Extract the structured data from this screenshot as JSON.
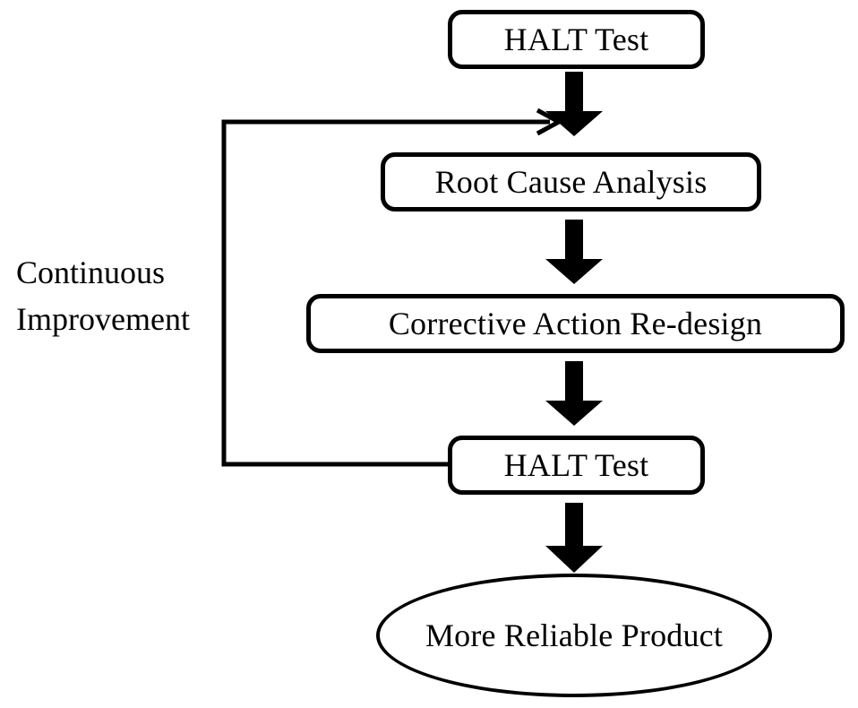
{
  "diagram": {
    "title": "HALT continuous improvement flow",
    "background_color": "#ffffff",
    "stroke_color": "#000000",
    "nodes": [
      {
        "id": "halt-test-1",
        "label": "HALT Test",
        "shape": "rounded-rectangle"
      },
      {
        "id": "root-cause-analysis",
        "label": "Root Cause Analysis",
        "shape": "rounded-rectangle"
      },
      {
        "id": "corrective-action-redesign",
        "label": "Corrective Action Re-design",
        "shape": "rounded-rectangle"
      },
      {
        "id": "halt-test-2",
        "label": "HALT Test",
        "shape": "rounded-rectangle"
      },
      {
        "id": "more-reliable-product",
        "label": "More Reliable Product",
        "shape": "ellipse"
      }
    ],
    "annotations": {
      "feedback_loop_line1": "Continuous",
      "feedback_loop_line2": "Improvement"
    },
    "connectors": [
      {
        "id": "arrow-1",
        "from": "halt-test-1",
        "to": "root-cause-analysis",
        "style": "block-arrow",
        "direction": "down"
      },
      {
        "id": "arrow-2",
        "from": "root-cause-analysis",
        "to": "corrective-action-redesign",
        "style": "block-arrow",
        "direction": "down"
      },
      {
        "id": "arrow-3",
        "from": "corrective-action-redesign",
        "to": "halt-test-2",
        "style": "block-arrow",
        "direction": "down"
      },
      {
        "id": "arrow-4",
        "from": "halt-test-2",
        "to": "more-reliable-product",
        "style": "block-arrow",
        "direction": "down"
      },
      {
        "id": "feedback-loop",
        "from": "halt-test-2",
        "to": "root-cause-analysis",
        "style": "thin-line-arrow",
        "direction": "left-up-right"
      }
    ]
  }
}
